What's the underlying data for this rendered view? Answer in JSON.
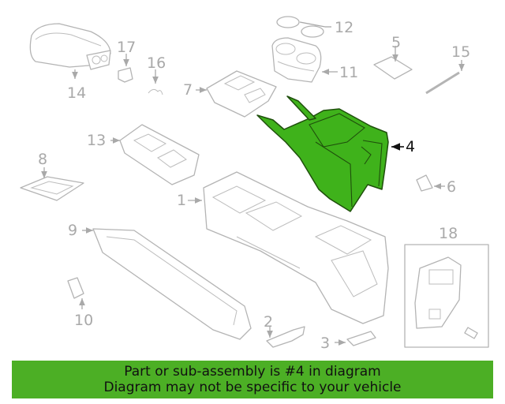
{
  "diagram": {
    "callouts": [
      "1",
      "2",
      "3",
      "4",
      "5",
      "6",
      "7",
      "8",
      "9",
      "10",
      "11",
      "12",
      "13",
      "14",
      "15",
      "16",
      "17",
      "18"
    ],
    "highlighted_callout": "4",
    "highlight_color": "#3fb21b"
  },
  "footer": {
    "line1": "Part or sub-assembly is #4 in diagram",
    "line2": "Diagram may not be specific to your vehicle",
    "background": "#4caf25"
  }
}
